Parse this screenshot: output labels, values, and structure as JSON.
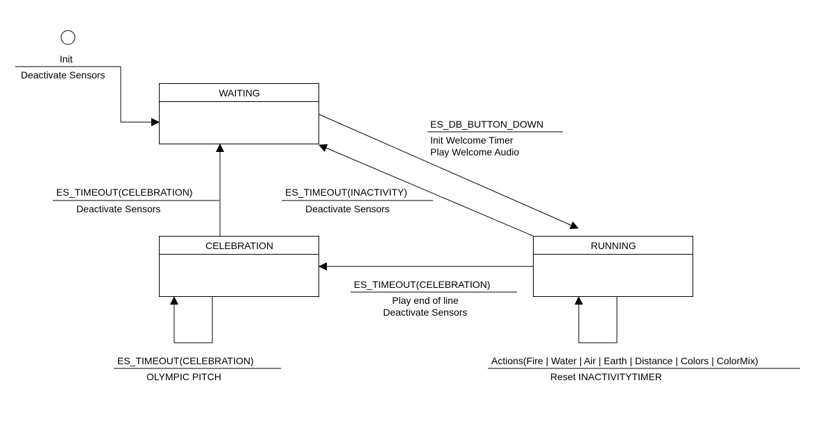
{
  "initial": {
    "event": "Init",
    "action": "Deactivate Sensors"
  },
  "states": {
    "waiting": "WAITING",
    "celebration": "CELEBRATION",
    "running": "RUNNING"
  },
  "transitions": {
    "waiting_to_running": {
      "event": "ES_DB_BUTTON_DOWN",
      "action_1": "Init Welcome Timer",
      "action_2": "Play Welcome Audio"
    },
    "celebration_to_waiting": {
      "event": "ES_TIMEOUT(CELEBRATION)",
      "action": "Deactivate Sensors"
    },
    "running_to_waiting": {
      "event": "ES_TIMEOUT(INACTIVITY)",
      "action": "Deactivate Sensors"
    },
    "running_to_celebration": {
      "event": "ES_TIMEOUT(CELEBRATION)",
      "action_1": "Play end of line",
      "action_2": "Deactivate Sensors"
    },
    "celebration_self": {
      "event": "ES_TIMEOUT(CELEBRATION)",
      "action": "OLYMPIC PITCH"
    },
    "running_self": {
      "event": "Actions(Fire | Water | Air | Earth | Distance | Colors | ColorMix)",
      "action": "Reset INACTIVITYTIMER"
    }
  }
}
